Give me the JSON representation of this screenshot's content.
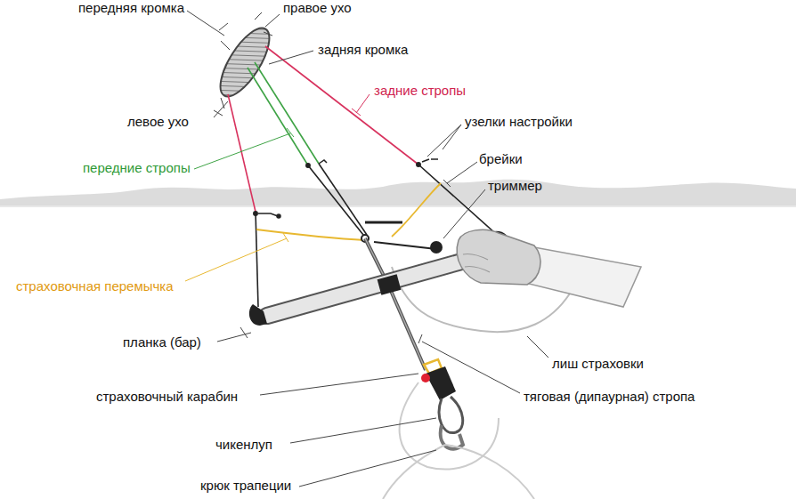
{
  "diagram": {
    "labels": [
      "передняя кромка",
      "правое ухо",
      "задняя кромка",
      "задние стропы",
      "левое ухо",
      "узелки настройки",
      "брейки",
      "триммер",
      "передние стропы",
      "страховочная перемычка",
      "планка (бар)",
      "лиш страховки",
      "страховочный карабин",
      "тяговая (дипаурная) стропа",
      "чикенлуп",
      "крюк трапеции"
    ]
  }
}
